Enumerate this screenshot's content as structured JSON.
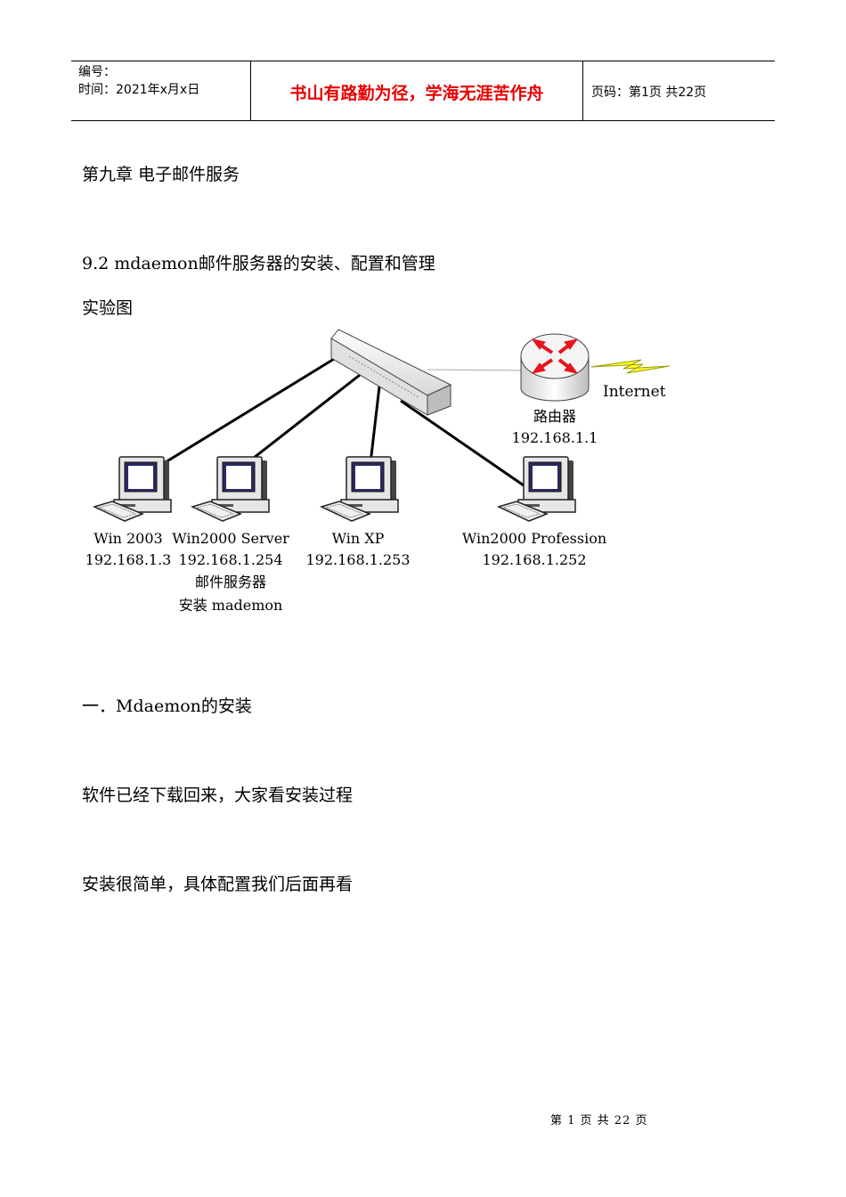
{
  "header": {
    "number_label": "编号：",
    "date_label": "时间：2021年x月x日",
    "motto": "书山有路勤为径，学海无涯苦作舟",
    "page_label": "页码：第1页  共22页"
  },
  "chapter_title": "第九章  电子邮件服务",
  "section_title": "9.2 mdaemon邮件服务器的安装、配置和管理",
  "figure_caption": "实验图",
  "diagram": {
    "internet_label": "Internet",
    "router": {
      "name": "路由器",
      "ip": "192.168.1.1"
    },
    "computers": [
      {
        "name": "Win 2003",
        "ip": "192.168.1.3",
        "extra1": "",
        "extra2": ""
      },
      {
        "name": "Win2000 Server",
        "ip": "192.168.1.254",
        "extra1": "邮件服务器",
        "extra2": "安装 mademon"
      },
      {
        "name": "Win XP",
        "ip": "192.168.1.253",
        "extra1": "",
        "extra2": ""
      },
      {
        "name": "Win2000 Profession",
        "ip": "192.168.1.252",
        "extra1": "",
        "extra2": ""
      }
    ],
    "colors": {
      "arrow_red": "#e8141c",
      "bolt_yellow": "#ffff33",
      "screen_blue": "#2a2a60"
    }
  },
  "section_one": "一．Mdaemon的安装",
  "paragraph1": "软件已经下载回来，大家看安装过程",
  "paragraph2": "安装很简单，具体配置我们后面再看",
  "footer": "第 1 页 共 22 页"
}
